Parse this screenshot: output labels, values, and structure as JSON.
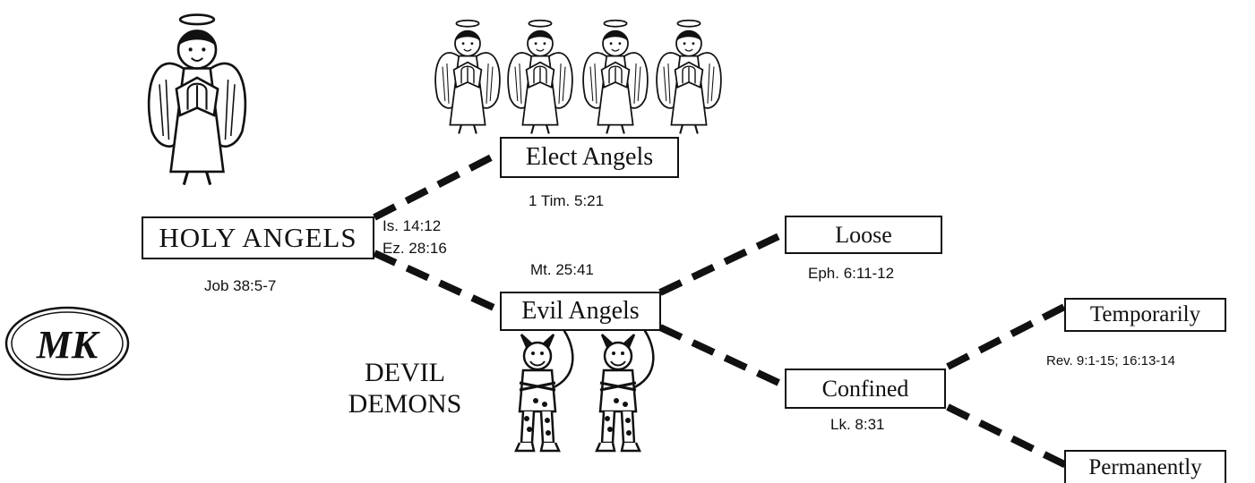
{
  "nodes": {
    "holy_angels": "HOLY ANGELS",
    "elect_angels": "Elect Angels",
    "evil_angels": "Evil Angels",
    "loose": "Loose",
    "confined": "Confined",
    "temporarily": "Temporarily",
    "permanently": "Permanently"
  },
  "references": {
    "holy_angels": "Job 38:5-7",
    "fall_1": "Is. 14:12",
    "fall_2": "Ez. 28:16",
    "elect_angels": "1 Tim. 5:21",
    "evil_angels": "Mt. 25:41",
    "loose": "Eph. 6:11-12",
    "confined": "Lk. 8:31",
    "temporarily": "Rev. 9:1-15;  16:13-14"
  },
  "labels": {
    "devil": "DEVIL",
    "demons": "DEMONS",
    "logo": "MK"
  },
  "colors": {
    "ink": "#111111",
    "paper": "#ffffff"
  },
  "icons": [
    "angel-icon",
    "demon-icon",
    "mk-logo"
  ]
}
